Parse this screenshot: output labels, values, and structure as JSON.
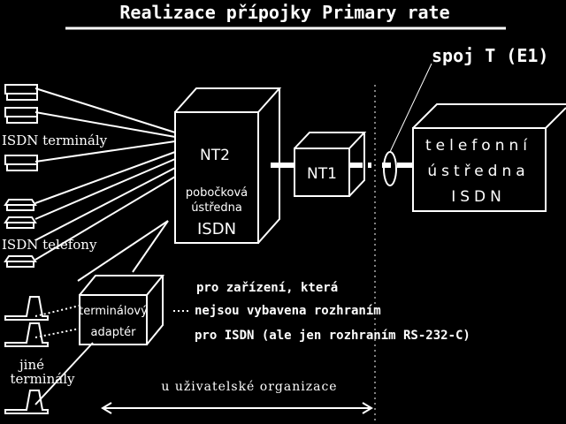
{
  "title": "Realizace přípojky Primary rate",
  "link_label": "spoj T (E1)",
  "left_labels": {
    "isdn_terminals": "ISDN terminály",
    "isdn_phones": "ISDN telefony",
    "other_terminals_line1": "jiné",
    "other_terminals_line2": "terminály"
  },
  "boxes": {
    "nt2_title": "NT2",
    "nt2_sub1": "pobočková",
    "nt2_sub2": "ústředna",
    "nt2_sub3": "ISDN",
    "nt1": "NT1",
    "exchange_line1": "telefonní",
    "exchange_line2": "ústředna",
    "exchange_line3": "ISDN",
    "adapter_line1": "terminálový",
    "adapter_line2": "adaptér"
  },
  "note": {
    "line1": "pro zařízení, která",
    "line2": "nejsou vybavena rozhraním",
    "line3": "pro ISDN (ale jen rozhraním RS-232-C)"
  },
  "organization": "u uživatelské organizace",
  "colors": {
    "background": "#000000",
    "foreground": "#ffffff"
  }
}
